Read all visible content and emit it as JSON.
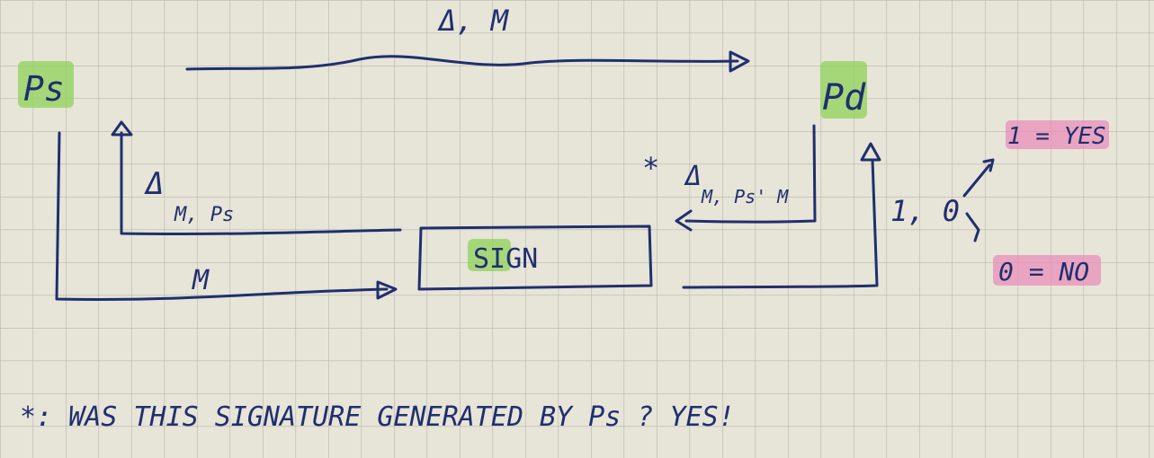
{
  "nodes": {
    "ps": "Ps",
    "pd": "Pd",
    "sign_box": "SIGN"
  },
  "edges": {
    "top_label": "Δ, M",
    "return_label_main": "Δ",
    "return_label_sub": "M, Ps",
    "message_label": "M",
    "verify_label_main": "Δ",
    "verify_label_sub": "M, Ps' M",
    "verify_star": "*",
    "result_label": "1, 0"
  },
  "outcomes": {
    "yes": "1 = YES",
    "no": "0 = NO"
  },
  "footnote": "*: WAS THIS SIGNATURE GENERATED BY Ps ? YES!",
  "colors": {
    "ink": "#1f2f6e",
    "paper": "#e7e4d8",
    "grid": "#b9b6ab",
    "highlight_green": "#8fd35a",
    "highlight_pink": "#e989b8"
  }
}
